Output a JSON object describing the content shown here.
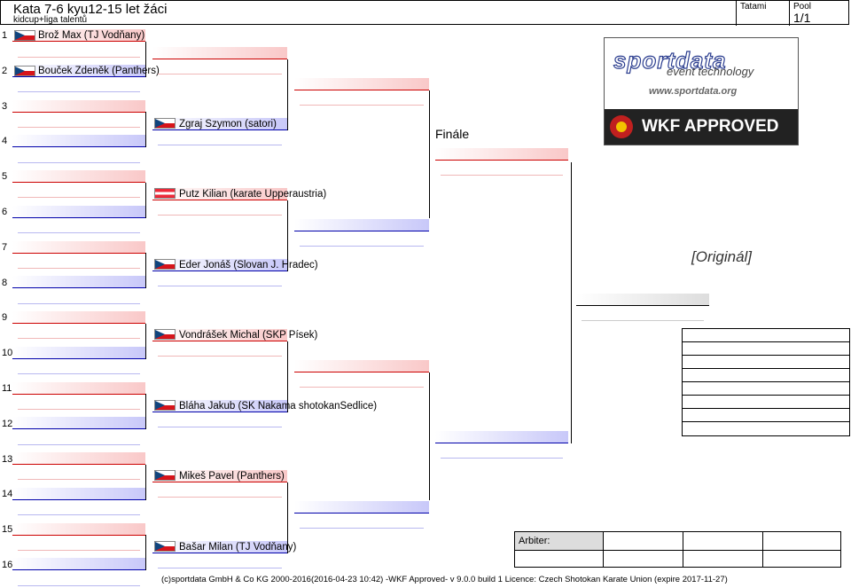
{
  "header": {
    "title": "Kata 7-6 kyu12-15 let žáci",
    "subtitle": "kidcup+liga talentů",
    "tatami_label": "Tatami",
    "pool_label": "Pool",
    "pool_value": "1/1"
  },
  "slot_numbers": [
    "1",
    "2",
    "3",
    "4",
    "5",
    "6",
    "7",
    "8",
    "9",
    "10",
    "11",
    "12",
    "13",
    "14",
    "15",
    "16"
  ],
  "round1": [
    {
      "name": "Brož Max (TJ Vodňany)",
      "flag": "cz"
    },
    {
      "name": "Bouček Zdeněk (Panthers)",
      "flag": "cz"
    }
  ],
  "round2": [
    {
      "name": "Zgraj Szymon (satori)",
      "flag": "cz"
    },
    {
      "name": "Putz Kilian (karate Upperaustria)",
      "flag": "at"
    },
    {
      "name": "Eder Jonáš (Slovan J. Hradec)",
      "flag": "cz"
    },
    {
      "name": "Vondrášek Michal (SKP Písek)",
      "flag": "cz"
    },
    {
      "name": "Bláha Jakub (SK Nakama shotokanSedlice)",
      "flag": "cz"
    },
    {
      "name": "Mikeš Pavel (Panthers)",
      "flag": "cz"
    },
    {
      "name": "Bašar Milan (TJ Vodňany)",
      "flag": "cz"
    }
  ],
  "finale_label": "Finále",
  "original_label": "[Originál]",
  "arbiter_label": "Arbiter:",
  "logo": {
    "brand": "sportdata",
    "tagline": "event technology",
    "url": "www.sportdata.org",
    "approved": "WKF APPROVED"
  },
  "footer": "(c)sportdata GmbH & Co KG 2000-2016(2016-04-23 10:42) -WKF Approved- v 9.0.0 build 1 Licence: Czech Shotokan Karate Union (expire 2017-11-27)"
}
